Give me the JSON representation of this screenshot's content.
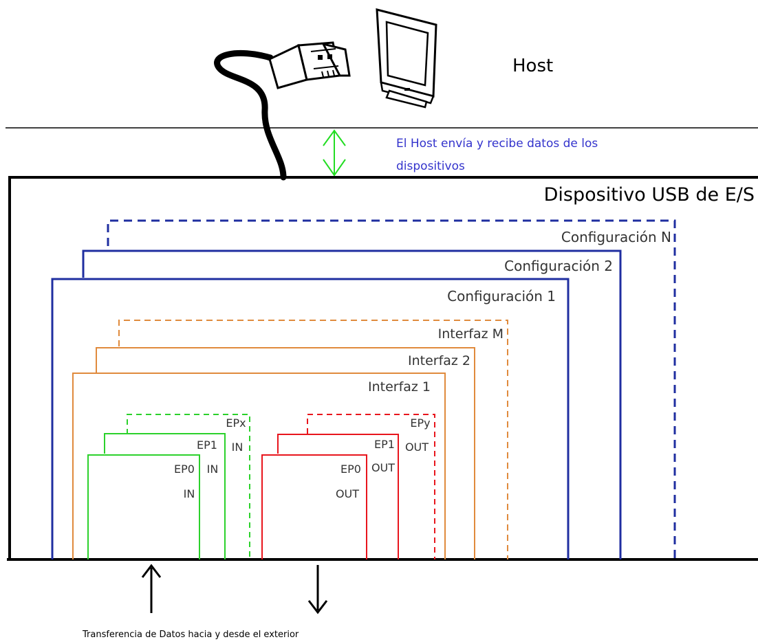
{
  "host": {
    "label": "Host",
    "note_line1": "El Host envía y recibe datos de los",
    "note_line2": "dispositivos",
    "icons": [
      "usb-plug-icon",
      "monitor-icon"
    ]
  },
  "device": {
    "label": "Dispositivo USB de E/S"
  },
  "configurations": [
    "Configuración N",
    "Configuración 2",
    "Configuración 1"
  ],
  "interfaces": [
    "Interfaz M",
    "Interfaz 2",
    "Interfaz 1"
  ],
  "endpoints_in": [
    "EPx",
    "IN",
    "EP1",
    "IN",
    "EP0",
    "IN"
  ],
  "endpoints_out": [
    "EPy",
    "OUT",
    "EP1",
    "OUT",
    "EP0",
    "OUT"
  ],
  "footer": {
    "label": "Transferencia de Datos hacia y desde el exterior"
  },
  "colors": {
    "configuration": "#1f2ea0",
    "interface": "#e08a3c",
    "endpoint_in": "#2bd12b",
    "endpoint_out": "#e8141c",
    "arrow_host": "#22dd22",
    "note_text": "#3333cc",
    "frame": "#000000"
  }
}
